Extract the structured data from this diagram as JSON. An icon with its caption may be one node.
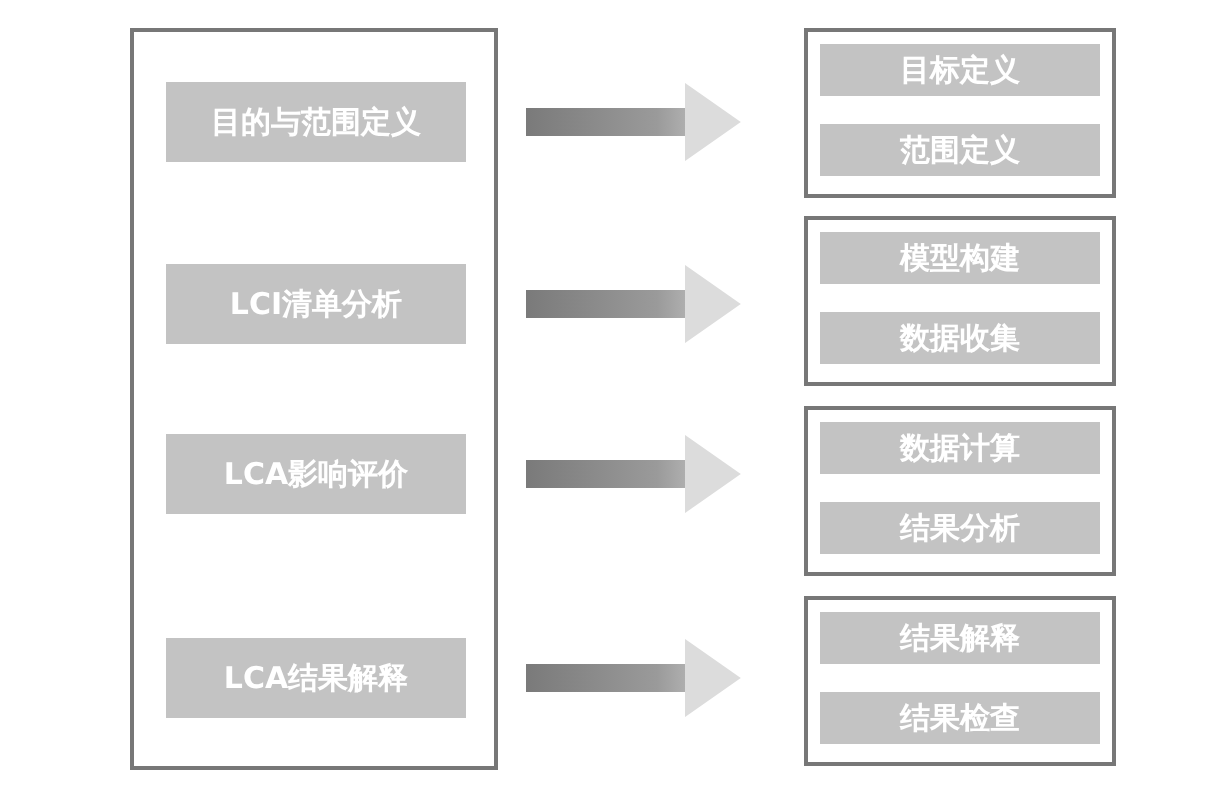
{
  "diagram": {
    "nodes": [
      {
        "text": [],
        "shape": "box"
      },
      {
        "text": [
          "目的与范围定义"
        ],
        "in": 0
      },
      {
        "text": [
          "LCI清单分析"
        ],
        "in": 0
      },
      {
        "text": [
          "LCA影响评价"
        ],
        "in": 0
      },
      {
        "text": [
          "LCA结果解释"
        ],
        "in": 0
      },
      {
        "text": [],
        "shape": "box"
      },
      {
        "text": [
          "目标定义"
        ],
        "in": 5
      },
      {
        "text": [
          "范围定义"
        ],
        "in": 5
      },
      {
        "text": [],
        "shape": "box"
      },
      {
        "text": [
          "模型构建"
        ],
        "in": 8
      },
      {
        "text": [
          "数据收集"
        ],
        "in": 8
      },
      {
        "text": [],
        "shape": "box"
      },
      {
        "text": [
          "数据计算"
        ],
        "in": 11
      },
      {
        "text": [
          "结果分析"
        ],
        "in": 11
      },
      {
        "text": [],
        "shape": "box"
      },
      {
        "text": [
          "结果解释"
        ],
        "in": 14
      },
      {
        "text": [
          "结果检查"
        ],
        "in": 14
      }
    ],
    "edges": [
      {
        "from": 1,
        "to": 5,
        "arrow": "to"
      },
      {
        "from": 2,
        "to": 8,
        "arrow": "to"
      },
      {
        "from": 3,
        "to": 11,
        "arrow": "to"
      },
      {
        "from": 4,
        "to": 14,
        "arrow": "to"
      }
    ]
  }
}
